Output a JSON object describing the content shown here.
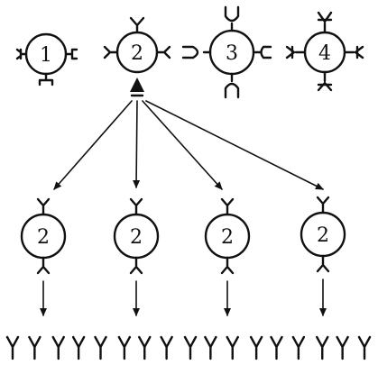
{
  "top_cells": [
    {
      "label": "1"
    },
    {
      "label": "2"
    },
    {
      "label": "3"
    },
    {
      "label": "4"
    }
  ],
  "clone_cells": [
    {
      "label": "2"
    },
    {
      "label": "2"
    },
    {
      "label": "2"
    },
    {
      "label": "2"
    }
  ],
  "antibody_count": 17,
  "colors": {
    "ink": "#111111",
    "background": "#ffffff"
  }
}
